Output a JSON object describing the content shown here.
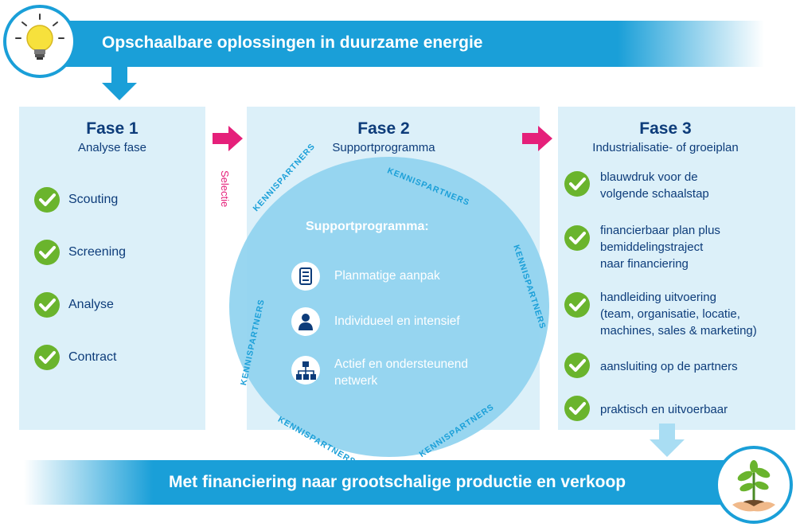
{
  "header": {
    "title": "Opschaalbare oplossingen in duurzame energie"
  },
  "footer": {
    "title": "Met financiering naar grootschalige productie en verkoop"
  },
  "phase1": {
    "title": "Fase 1",
    "subtitle": "Analyse fase",
    "items": [
      "Scouting",
      "Screening",
      "Analyse",
      "Contract"
    ]
  },
  "selection_label": "Selectie",
  "phase2": {
    "title": "Fase 2",
    "subtitle": "Supportprogramma",
    "circle_title": "Supportprogramma:",
    "items": [
      {
        "line1": "Planmatige aanpak",
        "line2": "",
        "icon": "checklist-icon"
      },
      {
        "line1": "Individueel en intensief",
        "line2": "",
        "icon": "person-icon"
      },
      {
        "line1": "Actief en ondersteunend",
        "line2": "netwerk",
        "icon": "network-icon"
      }
    ],
    "ring_label": "KENNISPARTNERS"
  },
  "phase3": {
    "title": "Fase 3",
    "subtitle": "Industrialisatie- of groeiplan",
    "items": [
      {
        "lines": [
          "blauwdruk voor de",
          "volgende schaalstap"
        ]
      },
      {
        "lines": [
          "financierbaar plan plus",
          "bemiddelingstraject",
          "naar financiering"
        ]
      },
      {
        "lines": [
          "handleiding uitvoering",
          "(team, organisatie, locatie,",
          "machines, sales & marketing)"
        ]
      },
      {
        "lines": [
          "aansluiting op de partners"
        ]
      },
      {
        "lines": [
          "praktisch en uitvoerbaar"
        ]
      }
    ]
  },
  "colors": {
    "accent_blue": "#1a9fd8",
    "panel_bg": "#dcf0f9",
    "title_navy": "#0d3c7a",
    "check_green": "#6ab42d",
    "arrow_magenta": "#e5207a"
  }
}
